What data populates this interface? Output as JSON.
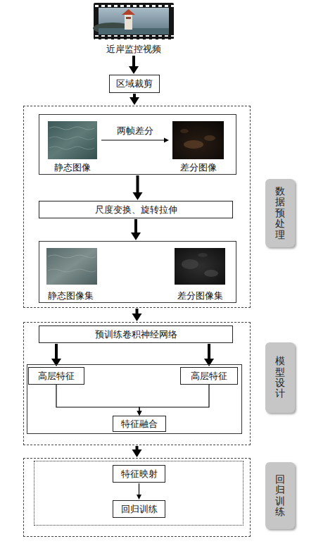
{
  "diagram": {
    "nodes": [
      {
        "text": [
          "近岸监控视频"
        ]
      },
      {
        "text": [
          "区域裁剪"
        ]
      },
      {
        "text": [
          "数据预处理"
        ]
      },
      {
        "text": [],
        "in": 2
      },
      {
        "text": [
          "静态图像"
        ],
        "in": 3
      },
      {
        "text": [
          "差分图像"
        ],
        "in": 3
      },
      {
        "text": [
          "尺度变换、旋转拉伸"
        ],
        "in": 2
      },
      {
        "text": [],
        "in": 2
      },
      {
        "text": [
          "静态图像集"
        ],
        "in": 7
      },
      {
        "text": [
          "差分图像集"
        ],
        "in": 7
      },
      {
        "text": [
          "模型设计"
        ]
      },
      {
        "text": [
          "预训练卷积神经网络"
        ],
        "in": 10
      },
      {
        "text": [],
        "in": 10
      },
      {
        "text": [
          "高层特征"
        ],
        "in": 12
      },
      {
        "text": [
          "高层特征"
        ],
        "in": 12
      },
      {
        "text": [
          "特征融合"
        ],
        "in": 12
      },
      {
        "text": [
          "回归训练"
        ]
      },
      {
        "text": [],
        "in": 16
      },
      {
        "text": [
          "特征映射"
        ],
        "in": 17
      },
      {
        "text": [
          "回归训练"
        ],
        "in": 17
      }
    ],
    "edges": [
      {
        "from": 0,
        "to": 1,
        "arrow": "to"
      },
      {
        "from": 1,
        "to": 2,
        "arrow": "to"
      },
      {
        "from": 4,
        "to": 5,
        "label": "两帧差分",
        "arrow": "to"
      },
      {
        "from": 3,
        "to": 6,
        "arrow": "to"
      },
      {
        "from": 6,
        "to": 7,
        "arrow": "to"
      },
      {
        "from": 2,
        "to": 10,
        "arrow": "to"
      },
      {
        "from": 11,
        "to": 13,
        "arrow": "to"
      },
      {
        "from": 11,
        "to": 14,
        "arrow": "to"
      },
      {
        "from": 13,
        "to": 15,
        "arrow": "to"
      },
      {
        "from": 14,
        "to": 15,
        "arrow": "to"
      },
      {
        "from": 10,
        "to": 16,
        "arrow": "to"
      },
      {
        "from": 18,
        "to": 19,
        "arrow": "to"
      }
    ]
  }
}
